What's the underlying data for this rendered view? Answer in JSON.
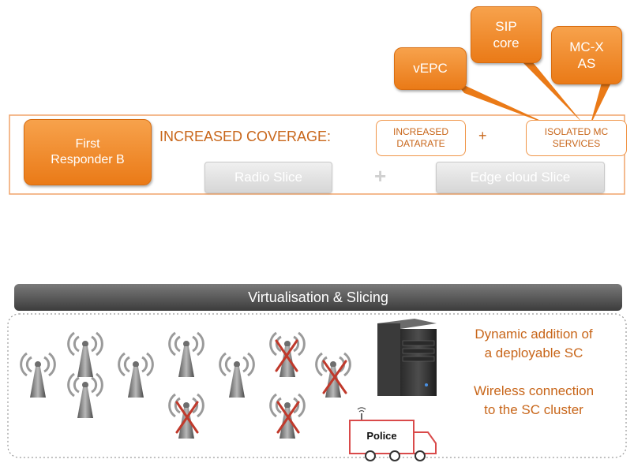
{
  "top": {
    "first_responder": [
      "First",
      "Responder B"
    ],
    "coverage": "INCREASED COVERAGE:",
    "datarate": [
      "INCREASED",
      "DATARATE"
    ],
    "plus1": "+",
    "isolated": [
      "ISOLATED MC",
      "SERVICES"
    ],
    "radio_slice": "Radio Slice",
    "plus2": "+",
    "edge_slice": "Edge cloud Slice"
  },
  "callouts": {
    "vepc": "vEPC",
    "sip": [
      "SIP",
      "core"
    ],
    "mcx": [
      "MC-X",
      "AS"
    ]
  },
  "bottom": {
    "bar": "Virtualisation & Slicing",
    "text": [
      "Dynamic addition of",
      "a deployable SC",
      "",
      "Wireless connection",
      "to the SC cluster"
    ],
    "police": "Police"
  },
  "colors": {
    "orange": "#ea7a17",
    "text_orange": "#c8661a",
    "bar": "#555555",
    "cross": "#c0392b"
  }
}
